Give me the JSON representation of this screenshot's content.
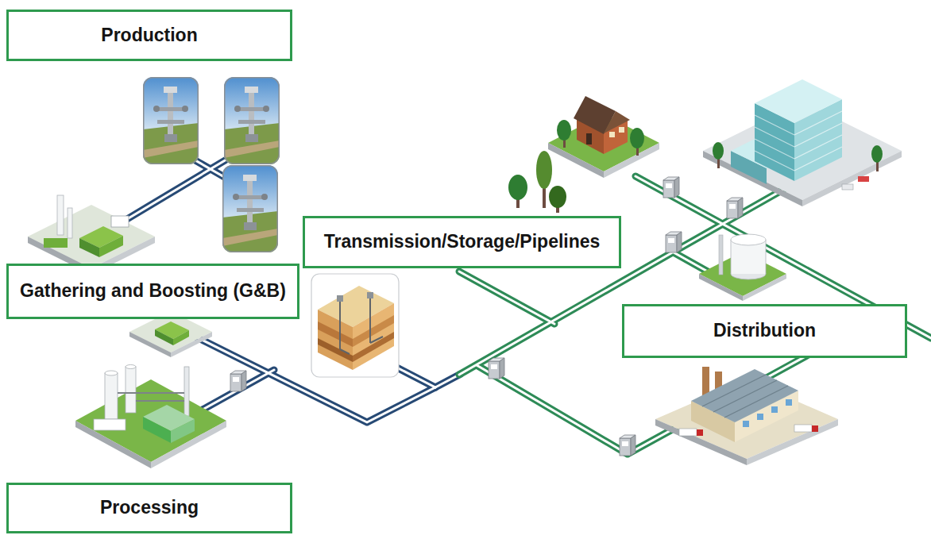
{
  "diagram": {
    "nodes": [
      {
        "text": [
          "Production"
        ]
      },
      {
        "text": [
          "Transmission/Storage/Pipelines"
        ]
      },
      {
        "text": [
          "Gathering and Boosting (G&B)"
        ]
      },
      {
        "text": [
          "Distribution"
        ]
      },
      {
        "text": [
          "Processing"
        ]
      }
    ]
  }
}
